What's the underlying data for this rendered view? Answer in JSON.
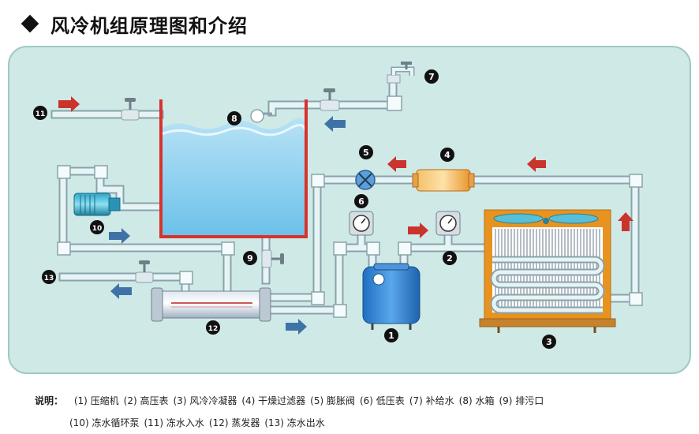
{
  "title": "风冷机组原理图和介绍",
  "callouts": [
    "1",
    "2",
    "3",
    "4",
    "5",
    "6",
    "7",
    "8",
    "9",
    "10",
    "11",
    "12",
    "13"
  ],
  "legend": {
    "label": "说明：",
    "items": [
      "(1) 压缩机",
      "(2) 高压表",
      "(3) 风冷冷凝器",
      "(4) 干燥过滤器",
      "(5) 膨胀阀",
      "(6) 低压表",
      "(7) 补给水",
      "(8) 水箱",
      "(9) 排污口",
      "(10) 冻水循环泵",
      "(11) 冻水入水",
      "(12) 蒸发器",
      "(13) 冻水出水"
    ]
  },
  "colors": {
    "panel": "#cfe9e7",
    "pipe": "#e6f4f6",
    "pipe_edge": "#8aa3ab",
    "water": "#8fd0ee",
    "tank_border": "#d8322b",
    "arrow_red": "#c9342c",
    "arrow_blue": "#3f73a8",
    "condenser": "#e89a35",
    "compressor": "#2e7fcf",
    "callout": "#111111"
  }
}
